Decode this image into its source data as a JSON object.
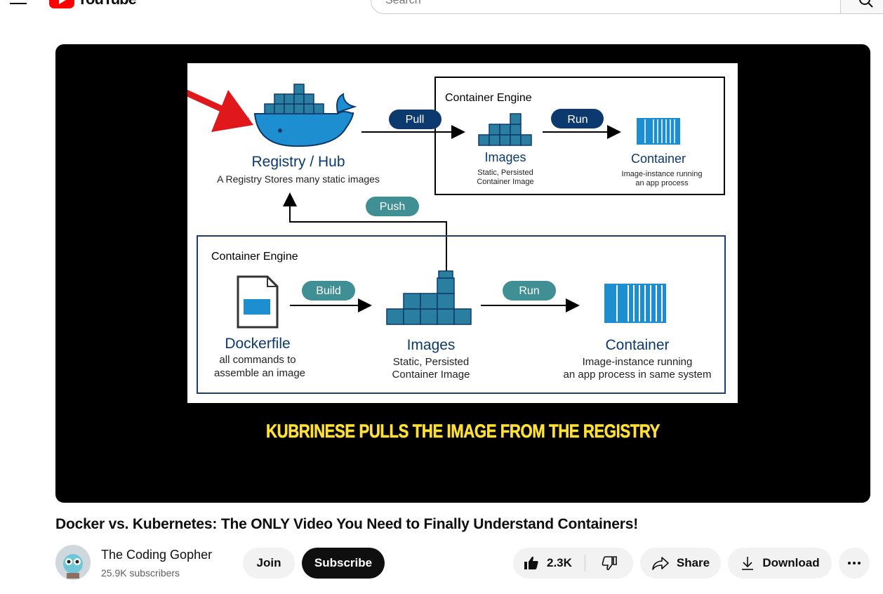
{
  "header": {
    "logo_text": "YouTube",
    "search_placeholder": "Search"
  },
  "video": {
    "slide": {
      "registry_title": "Registry / Hub",
      "registry_desc": "A Registry Stores many static images",
      "top_engine_label": "Container Engine",
      "pull_label": "Pull",
      "run_label_top": "Run",
      "images_top_title": "Images",
      "images_top_desc1": "Static, Persisted",
      "images_top_desc2": "Container Image",
      "container_top_title": "Container",
      "container_top_desc1": "Image-instance running",
      "container_top_desc2": "an app process",
      "push_label": "Push",
      "bottom_engine_label": "Container Engine",
      "build_label": "Build",
      "run_label_bottom": "Run",
      "dockerfile_title": "Dockerfile",
      "dockerfile_desc1": "all commands to",
      "dockerfile_desc2": "assemble an image",
      "images_bottom_title": "Images",
      "images_bottom_desc1": "Static, Persisted",
      "images_bottom_desc2": "Container Image",
      "container_bottom_title": "Container",
      "container_bottom_desc1": "Image-instance running",
      "container_bottom_desc2": "an app process in same system"
    },
    "caption": "KUBRINESE PULLS THE IMAGE FROM THE REGISTRY",
    "title": "Docker vs. Kubernetes: The ONLY Video You Need to Finally Understand Containers!"
  },
  "channel": {
    "name": "The Coding Gopher",
    "subscribers": "25.9K subscribers"
  },
  "actions": {
    "join": "Join",
    "subscribe": "Subscribe",
    "likes": "2.3K",
    "share": "Share",
    "download": "Download"
  },
  "colors": {
    "navy": "#0d3a6e",
    "teal": "#3f8f95",
    "docker_blue": "#1d8fd0",
    "caption_yellow": "#ffe033"
  }
}
